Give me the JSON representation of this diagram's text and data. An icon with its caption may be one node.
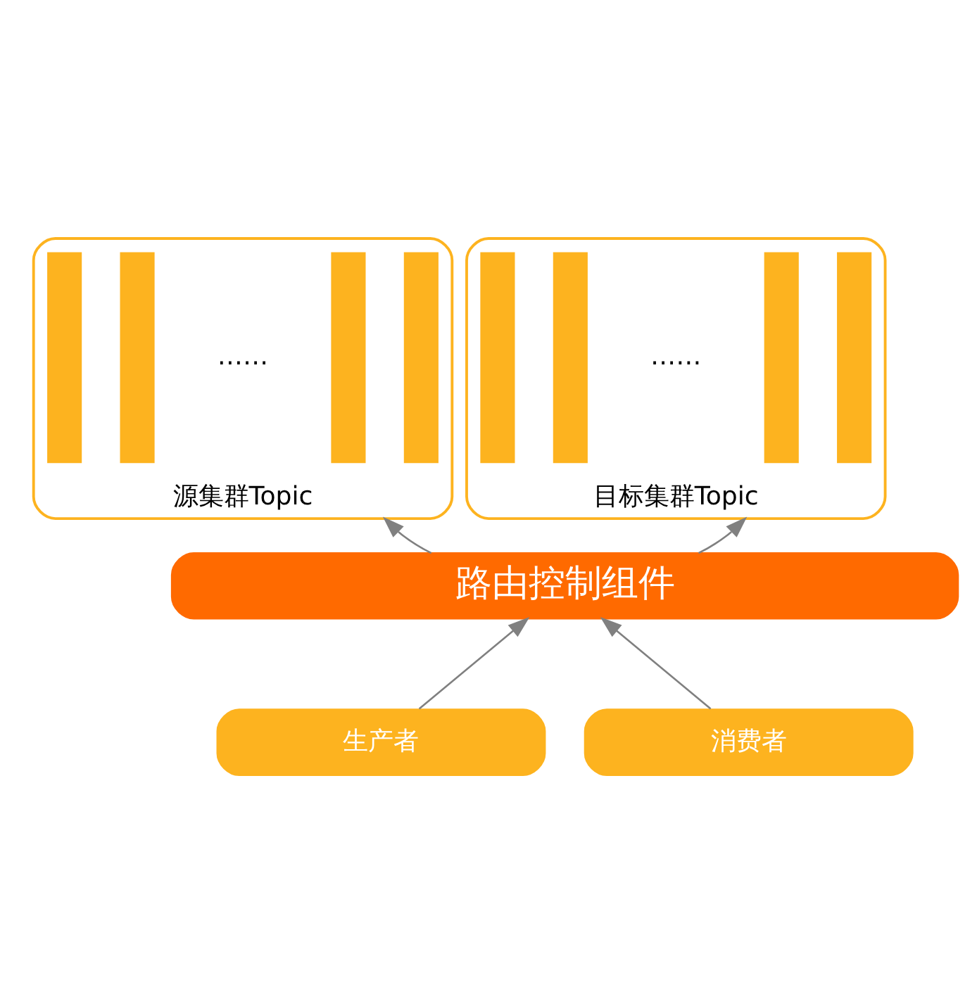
{
  "diagram": {
    "nodes": [
      {
        "text": [
          "源集群Topic"
        ]
      },
      {
        "text": [],
        "shape": "bar",
        "in": 0
      },
      {
        "text": [],
        "shape": "bar",
        "in": 0
      },
      {
        "text": [],
        "shape": "bar",
        "in": 0
      },
      {
        "text": [],
        "shape": "bar",
        "in": 0
      },
      {
        "text": [
          "目标集群Topic"
        ]
      },
      {
        "text": [],
        "shape": "bar",
        "in": 5
      },
      {
        "text": [],
        "shape": "bar",
        "in": 5
      },
      {
        "text": [],
        "shape": "bar",
        "in": 5
      },
      {
        "text": [],
        "shape": "bar",
        "in": 5
      },
      {
        "text": [
          "路由控制组件"
        ]
      },
      {
        "text": [
          "生产者"
        ]
      },
      {
        "text": [
          "消费者"
        ]
      }
    ],
    "edges": [
      {
        "from": 10,
        "to": 0,
        "arrow": "to"
      },
      {
        "from": 10,
        "to": 5,
        "arrow": "to"
      },
      {
        "from": 11,
        "to": 10,
        "arrow": "to"
      },
      {
        "from": 12,
        "to": 10,
        "arrow": "to"
      }
    ],
    "labels": [
      "……",
      "……"
    ]
  }
}
